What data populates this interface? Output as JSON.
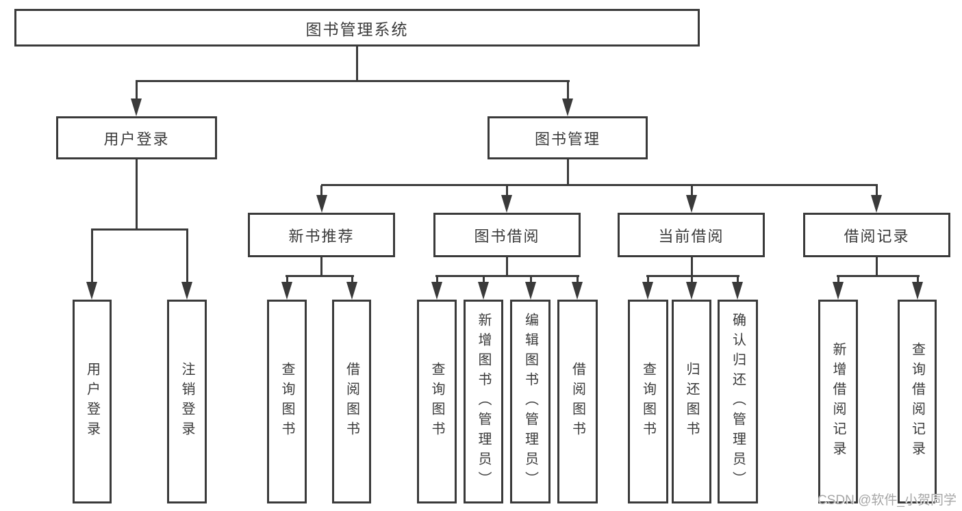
{
  "tree": {
    "label": "图书管理系统",
    "children": [
      {
        "label": "用户登录",
        "children": [
          {
            "label": "用户登录"
          },
          {
            "label": "注销登录"
          }
        ]
      },
      {
        "label": "图书管理",
        "children": [
          {
            "label": "新书推荐",
            "children": [
              {
                "label": "查询图书"
              },
              {
                "label": "借阅图书"
              }
            ]
          },
          {
            "label": "图书借阅",
            "children": [
              {
                "label": "查询图书"
              },
              {
                "label": "新增图书（管理员）"
              },
              {
                "label": "编辑图书（管理员）"
              },
              {
                "label": "借阅图书"
              }
            ]
          },
          {
            "label": "当前借阅",
            "children": [
              {
                "label": "查询图书"
              },
              {
                "label": "归还图书"
              },
              {
                "label": "确认归还（管理员）"
              }
            ]
          },
          {
            "label": "借阅记录",
            "children": [
              {
                "label": "新增借阅记录"
              },
              {
                "label": "查询借阅记录"
              }
            ]
          }
        ]
      }
    ]
  },
  "watermark": {
    "text": "CSDN @软件_小贺同学"
  },
  "colors": {
    "line": "#3a3a3a",
    "text": "#3a3a3a",
    "background": "#ffffff",
    "watermark": "#a6a6a6"
  }
}
